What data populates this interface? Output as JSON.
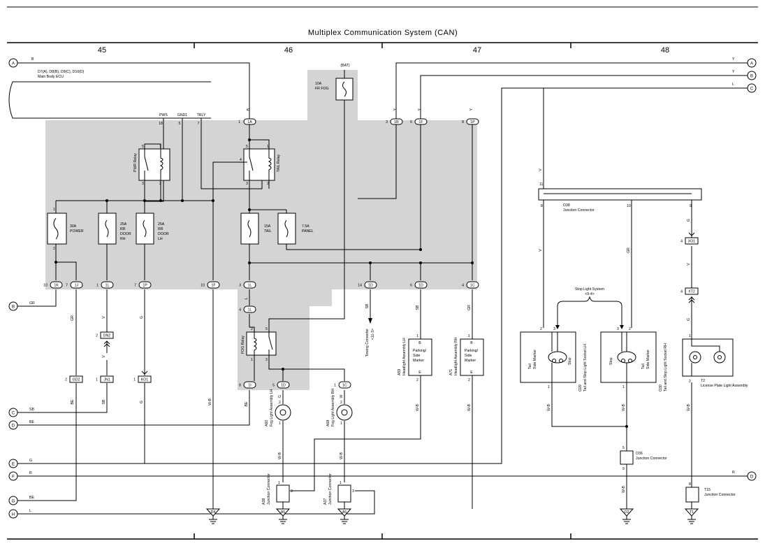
{
  "title": "Multiplex Communication System (CAN)",
  "columns": [
    "45",
    "46",
    "47",
    "48"
  ],
  "left_terminals": [
    {
      "letter": "A",
      "wire": "B"
    },
    {
      "letter": "B",
      "wire": "GR"
    },
    {
      "letter": "C",
      "wire": "SB"
    },
    {
      "letter": "D",
      "wire": "BE"
    },
    {
      "letter": "E",
      "wire": "G"
    },
    {
      "letter": "F",
      "wire": "R"
    },
    {
      "letter": "G",
      "wire": "BE"
    },
    {
      "letter": "H",
      "wire": "L"
    }
  ],
  "right_terminals": [
    {
      "letter": "A",
      "wire": "Y"
    },
    {
      "letter": "B",
      "wire": "Y"
    },
    {
      "letter": "C",
      "wire": "L"
    },
    {
      "letter": "D",
      "wire": "R"
    }
  ],
  "ecu": {
    "label1": "D7(A), D8(B), D9(C), D10(D)",
    "label2": "Main Body ECU",
    "pins": [
      "PWS",
      "GND1",
      "TRLY"
    ],
    "pin_nums": [
      "18",
      "5",
      "7"
    ]
  },
  "bat": {
    "label": "(BAT)",
    "fuse1": "10A",
    "fuse2": "FR FOG"
  },
  "top_connectors": [
    {
      "id": "1A",
      "num": "1",
      "wire": "B"
    },
    {
      "id": "1R",
      "num": "3",
      "wire": "Y"
    },
    {
      "id": "1F",
      "num": "6",
      "wire": "Y"
    },
    {
      "id": "1P",
      "num": "8",
      "wire": "Y"
    }
  ],
  "relays": {
    "pwr": "PWR Relay",
    "tail": "TAIL Relay",
    "fog": "FOG Relay"
  },
  "relay_pins": [
    "5",
    "1",
    "3",
    "2",
    "4"
  ],
  "fuses": [
    {
      "amps": "30A",
      "name": "POWER"
    },
    {
      "amps": "25A",
      "l2": "RR",
      "l3": "DOOR",
      "l4": "RH"
    },
    {
      "amps": "25A",
      "l2": "RR",
      "l3": "DOOR",
      "l4": "LH"
    },
    {
      "amps": "15A",
      "name": "TAIL"
    },
    {
      "amps": "7.5A",
      "name": "PANEL"
    }
  ],
  "fuse_pins": [
    "1",
    "2"
  ],
  "bottom_connectors": [
    {
      "id": "1K",
      "num": "10"
    },
    {
      "id": "1J",
      "num": "7"
    },
    {
      "id": "1L",
      "num": "1"
    },
    {
      "id": "1P",
      "num": "7"
    },
    {
      "id": "1F",
      "num": "10"
    },
    {
      "id": "1L",
      "num": "3"
    },
    {
      "id": "1D",
      "num": "14"
    },
    {
      "id": "1D",
      "num": "6"
    },
    {
      "id": "1C",
      "num": "4"
    }
  ],
  "fog_connectors": [
    {
      "id": "1L",
      "num": "4"
    },
    {
      "id": "1I",
      "num": "8"
    },
    {
      "id": "1D",
      "num": "5"
    },
    {
      "id": "1C",
      "num": "1"
    }
  ],
  "wire_labels": {
    "gr": "GR",
    "sb": "SB",
    "be": "BE",
    "g": "G",
    "v": "V",
    "l": "L",
    "y": "Y",
    "r": "R",
    "w": "W",
    "wb": "W-B"
  },
  "junctions": {
    "dn2": {
      "id": "DN2",
      "num": "2"
    },
    "gd2": {
      "id": "GD2",
      "num": "2"
    },
    "jn1": {
      "id": "JN1",
      "num": "1"
    },
    "ko1": {
      "id": "KO1",
      "num": "1"
    },
    "xo1": {
      "id": "XO1",
      "num": "4"
    },
    "xt2": {
      "id": "XT2",
      "num": "4"
    }
  },
  "towing": {
    "l1": "Towing Converter",
    "l2": "<11-3>"
  },
  "headlights": [
    {
      "code": "A59",
      "name": "Headlight Assembly LH",
      "l1": "Parking/",
      "l2": "Side",
      "l3": "Marker",
      "pin_top": "1",
      "pin_bot": "2",
      "b": "B",
      "e": "E"
    },
    {
      "code": "A71",
      "name": "Headlight Assembly RH",
      "l1": "Parking/",
      "l2": "Side",
      "l3": "Marker",
      "pin_top": "1",
      "pin_bot": "2",
      "b": "B",
      "e": "E"
    }
  ],
  "fog_lights": [
    {
      "code": "A60",
      "name": "Fog Light Assembly LH",
      "pin_top": "2",
      "pin_bot": "1"
    },
    {
      "code": "A68",
      "name": "Fog Light Assembly RH",
      "pin_top": "2",
      "pin_bot": "1"
    }
  ],
  "junction_connectors_bottom": [
    {
      "code": "A38",
      "name": "Junction Connector",
      "p1": "1",
      "p3": "3",
      "ground": "A5"
    },
    {
      "code": "A37",
      "name": "Junction Connector",
      "p1": "1",
      "p3": "3",
      "ground": "A5"
    }
  ],
  "ground_d4": "D4",
  "o38": {
    "code": "O38",
    "name": "Junction Connector",
    "p11": "11",
    "p8": "8",
    "p10": "10",
    "p9": "9"
  },
  "stop_light": {
    "label": "Stop Light System",
    "ref": "<9-4>"
  },
  "sockets": [
    {
      "code": "O29",
      "name": "Tail and Stop Light Socket LH",
      "a": "Tail",
      "a2": "Side Marker",
      "b": "Stop",
      "p2": "2",
      "p3": "3",
      "p1": "1"
    },
    {
      "code": "O30",
      "name": "Tail and Stop Light Socket RH",
      "a": "Stop",
      "a2": "Side Marker",
      "b": "Tail",
      "p2": "2",
      "p3": "3",
      "p1": "1"
    }
  ],
  "o36": {
    "code": "O36",
    "name": "Junction Connector",
    "p5": "5",
    "p9": "9",
    "ground": "O2"
  },
  "license": {
    "code": "T2",
    "name": "License Plate Light Assembly",
    "p1": "1",
    "p2": "2"
  },
  "t15": {
    "code": "T15",
    "name": "Junction Connector",
    "p8": "8",
    "ground": "T1"
  }
}
